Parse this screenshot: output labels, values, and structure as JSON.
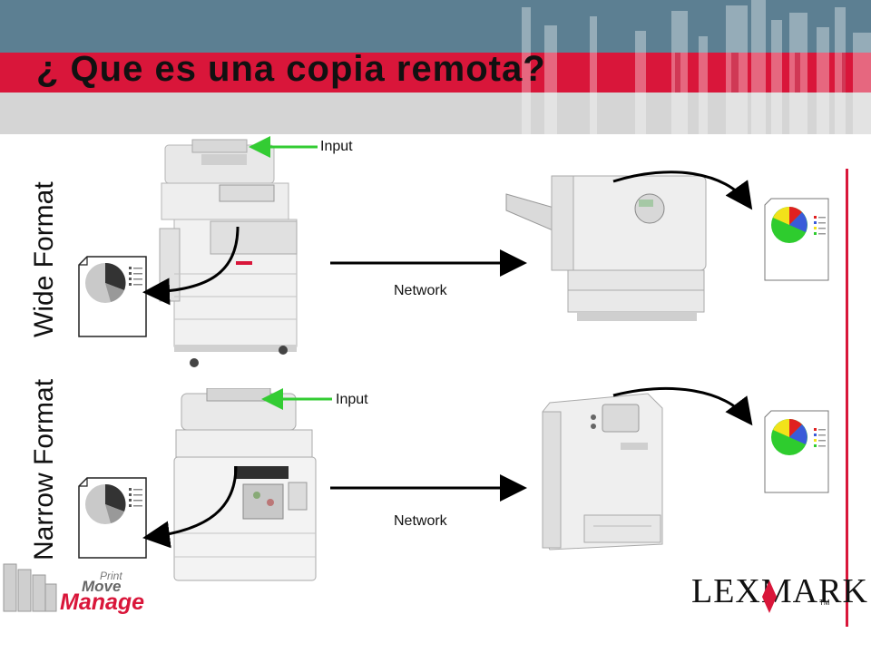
{
  "title": "¿ Que es una copia remota?",
  "labels": {
    "wide_format": "Wide Format",
    "narrow_format": "Narrow Format"
  },
  "captions": {
    "input_top": "Input",
    "network_top": "Network",
    "input_bottom": "Input",
    "network_bottom": "Network"
  },
  "footer": {
    "logo_print": "Print",
    "logo_move": "Move",
    "logo_manage": "Manage",
    "brand": "LEXMARK",
    "brand_tm": "TM"
  },
  "colors": {
    "header_dark": "#5c7f92",
    "header_red": "#d9163a",
    "header_grey": "#d5d5d5",
    "input_arrow": "#33cc33",
    "brand_red": "#d9163a"
  },
  "icons": [
    "copier-wide-icon",
    "copier-narrow-icon",
    "printer-wide-icon",
    "printer-narrow-icon",
    "document-pie-chart-icon",
    "printed-pie-chart-icon",
    "network-arrow-icon",
    "input-arrow-icon"
  ]
}
